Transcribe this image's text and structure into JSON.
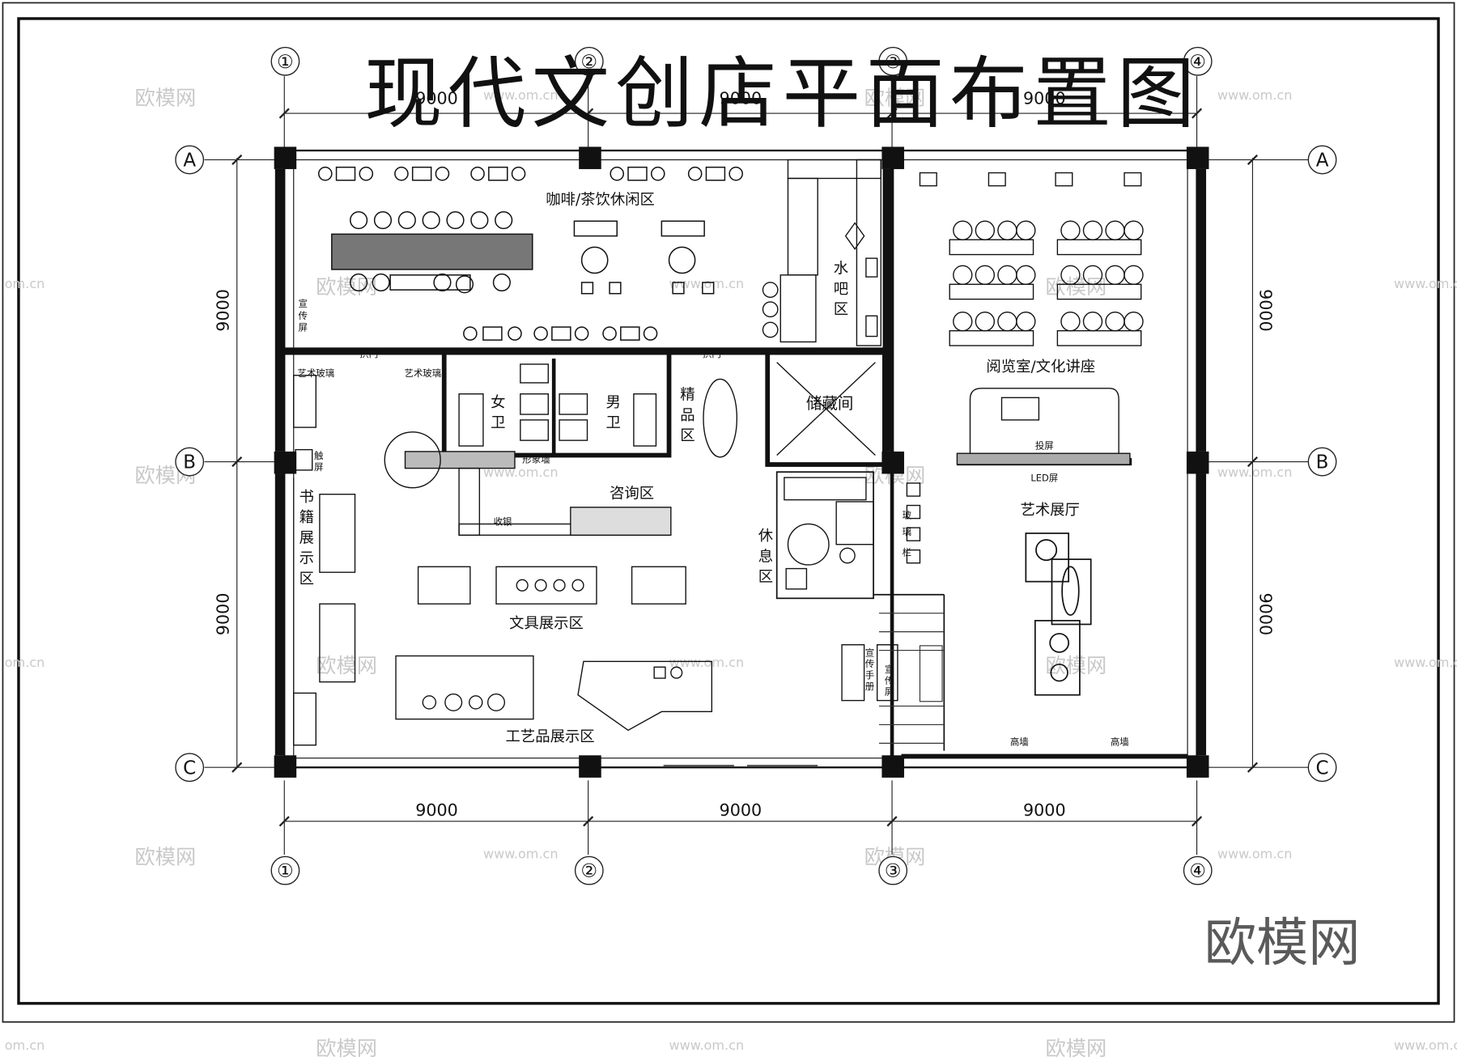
{
  "title": "现代文创店平面布置图",
  "grid": {
    "columns": [
      "①",
      "②",
      "③",
      "④"
    ],
    "rows": [
      "A",
      "B",
      "C"
    ],
    "spans_top": [
      "9000",
      "9000",
      "9000"
    ],
    "spans_bottom": [
      "9000",
      "9000",
      "9000"
    ],
    "spans_left": [
      "9000",
      "9000"
    ],
    "spans_right": [
      "9000",
      "9000"
    ]
  },
  "rooms": {
    "cafe": "咖啡/茶饮休闲区",
    "water_bar": [
      "水",
      "吧",
      "区"
    ],
    "reading": "阅览室/文化讲座",
    "women_wc": [
      "女",
      "卫"
    ],
    "men_wc": [
      "男",
      "卫"
    ],
    "boutique": [
      "精",
      "品",
      "区"
    ],
    "storage": "储藏间",
    "consult": "咨询区",
    "rest": [
      "休",
      "息",
      "区"
    ],
    "books": [
      "书",
      "籍",
      "展",
      "示",
      "区"
    ],
    "stationery": "文具展示区",
    "crafts": "工艺品展示区",
    "gallery": "艺术展厅"
  },
  "labels": {
    "promo_screen": [
      "宣",
      "传",
      "屏"
    ],
    "swing_door_1": "拱门",
    "swing_door_2": "拱门",
    "art_glass_1": "艺术玻璃",
    "art_glass_2": "艺术玻璃",
    "touch_screen": [
      "触",
      "屏"
    ],
    "image_wall": "形象墙",
    "cashier": "收银",
    "projection": "投屏",
    "led_screen": "LED屏",
    "glass_rail": [
      "玻",
      "璃",
      "栏"
    ],
    "brochure": [
      "宣",
      "传",
      "手",
      "册"
    ],
    "promo_screen_2": [
      "宣",
      "传",
      "屏"
    ],
    "high_wall_1": "高墙",
    "high_wall_2": "高墙"
  },
  "watermarks": {
    "brand": "欧模网",
    "url": "www.om.cn",
    "short": "om.cn"
  }
}
